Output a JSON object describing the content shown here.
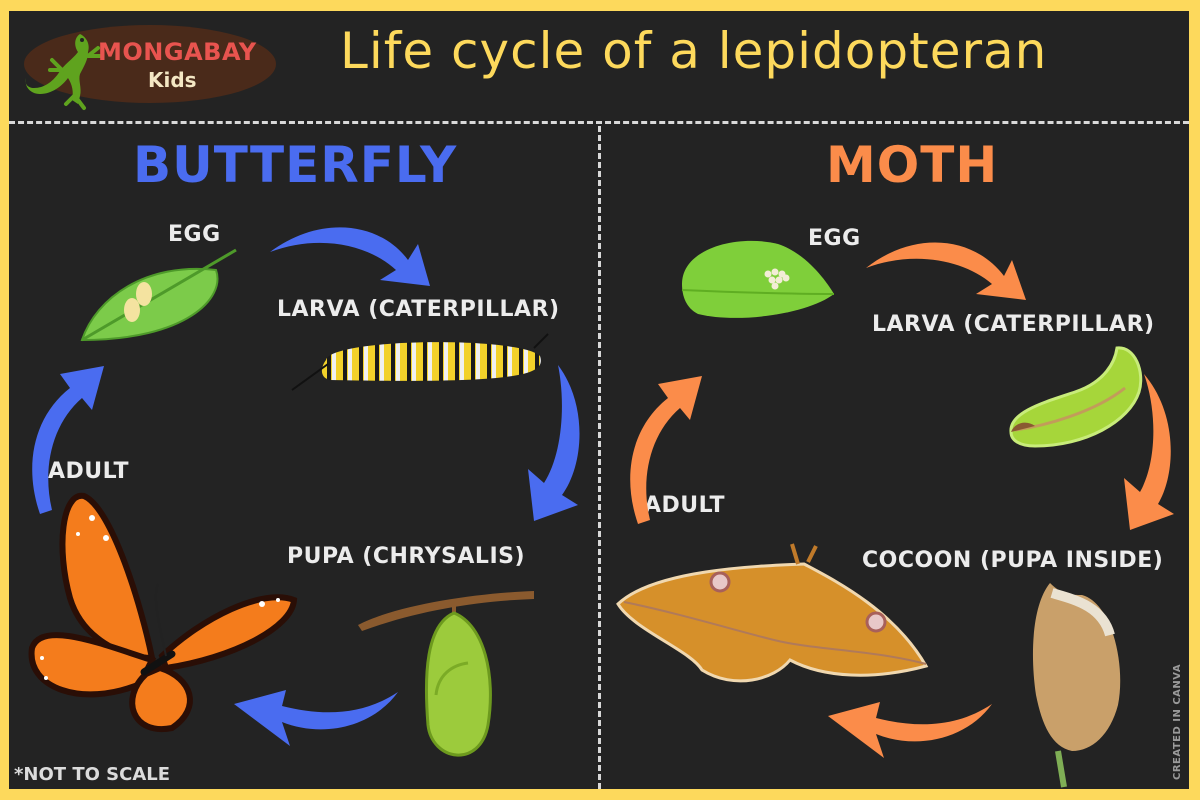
{
  "header": {
    "logo": {
      "name": "MONGABAY",
      "sub": "Kids",
      "icon": "gecko-icon"
    },
    "title": "Life cycle of a lepidopteran"
  },
  "colors": {
    "border": "#fdd95c",
    "background": "#232323",
    "butterfly_accent": "#4a6cf0",
    "moth_accent": "#fb8c4a",
    "title": "#fdd95c",
    "label": "#ececec"
  },
  "butterfly": {
    "heading": "BUTTERFLY",
    "stages": [
      {
        "label": "EGG",
        "icon": "leaf-with-eggs-icon"
      },
      {
        "label": "LARVA (CATERPILLAR)",
        "icon": "monarch-caterpillar-icon"
      },
      {
        "label": "PUPA (CHRYSALIS)",
        "icon": "chrysalis-icon"
      },
      {
        "label": "ADULT",
        "icon": "monarch-butterfly-icon"
      }
    ]
  },
  "moth": {
    "heading": "MOTH",
    "stages": [
      {
        "label": "EGG",
        "icon": "leaf-with-eggs-icon"
      },
      {
        "label": "LARVA (CATERPILLAR)",
        "icon": "green-caterpillar-icon"
      },
      {
        "label": "COCOON (PUPA INSIDE)",
        "icon": "cocoon-icon"
      },
      {
        "label": "ADULT",
        "icon": "silk-moth-icon"
      }
    ]
  },
  "footer": {
    "note": "*NOT TO SCALE",
    "credit": "CREATED IN CANVA"
  }
}
